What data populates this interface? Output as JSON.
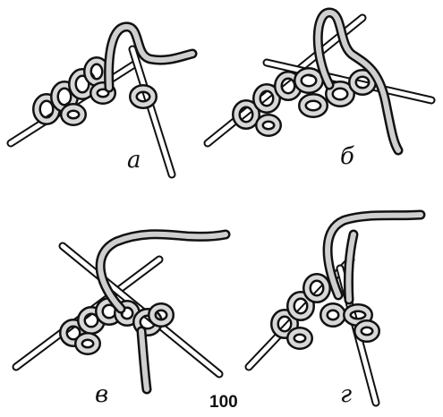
{
  "panels": [
    {
      "label": "а"
    },
    {
      "label": "б"
    },
    {
      "label": "в"
    },
    {
      "label": "г"
    }
  ],
  "figure_number": "100"
}
